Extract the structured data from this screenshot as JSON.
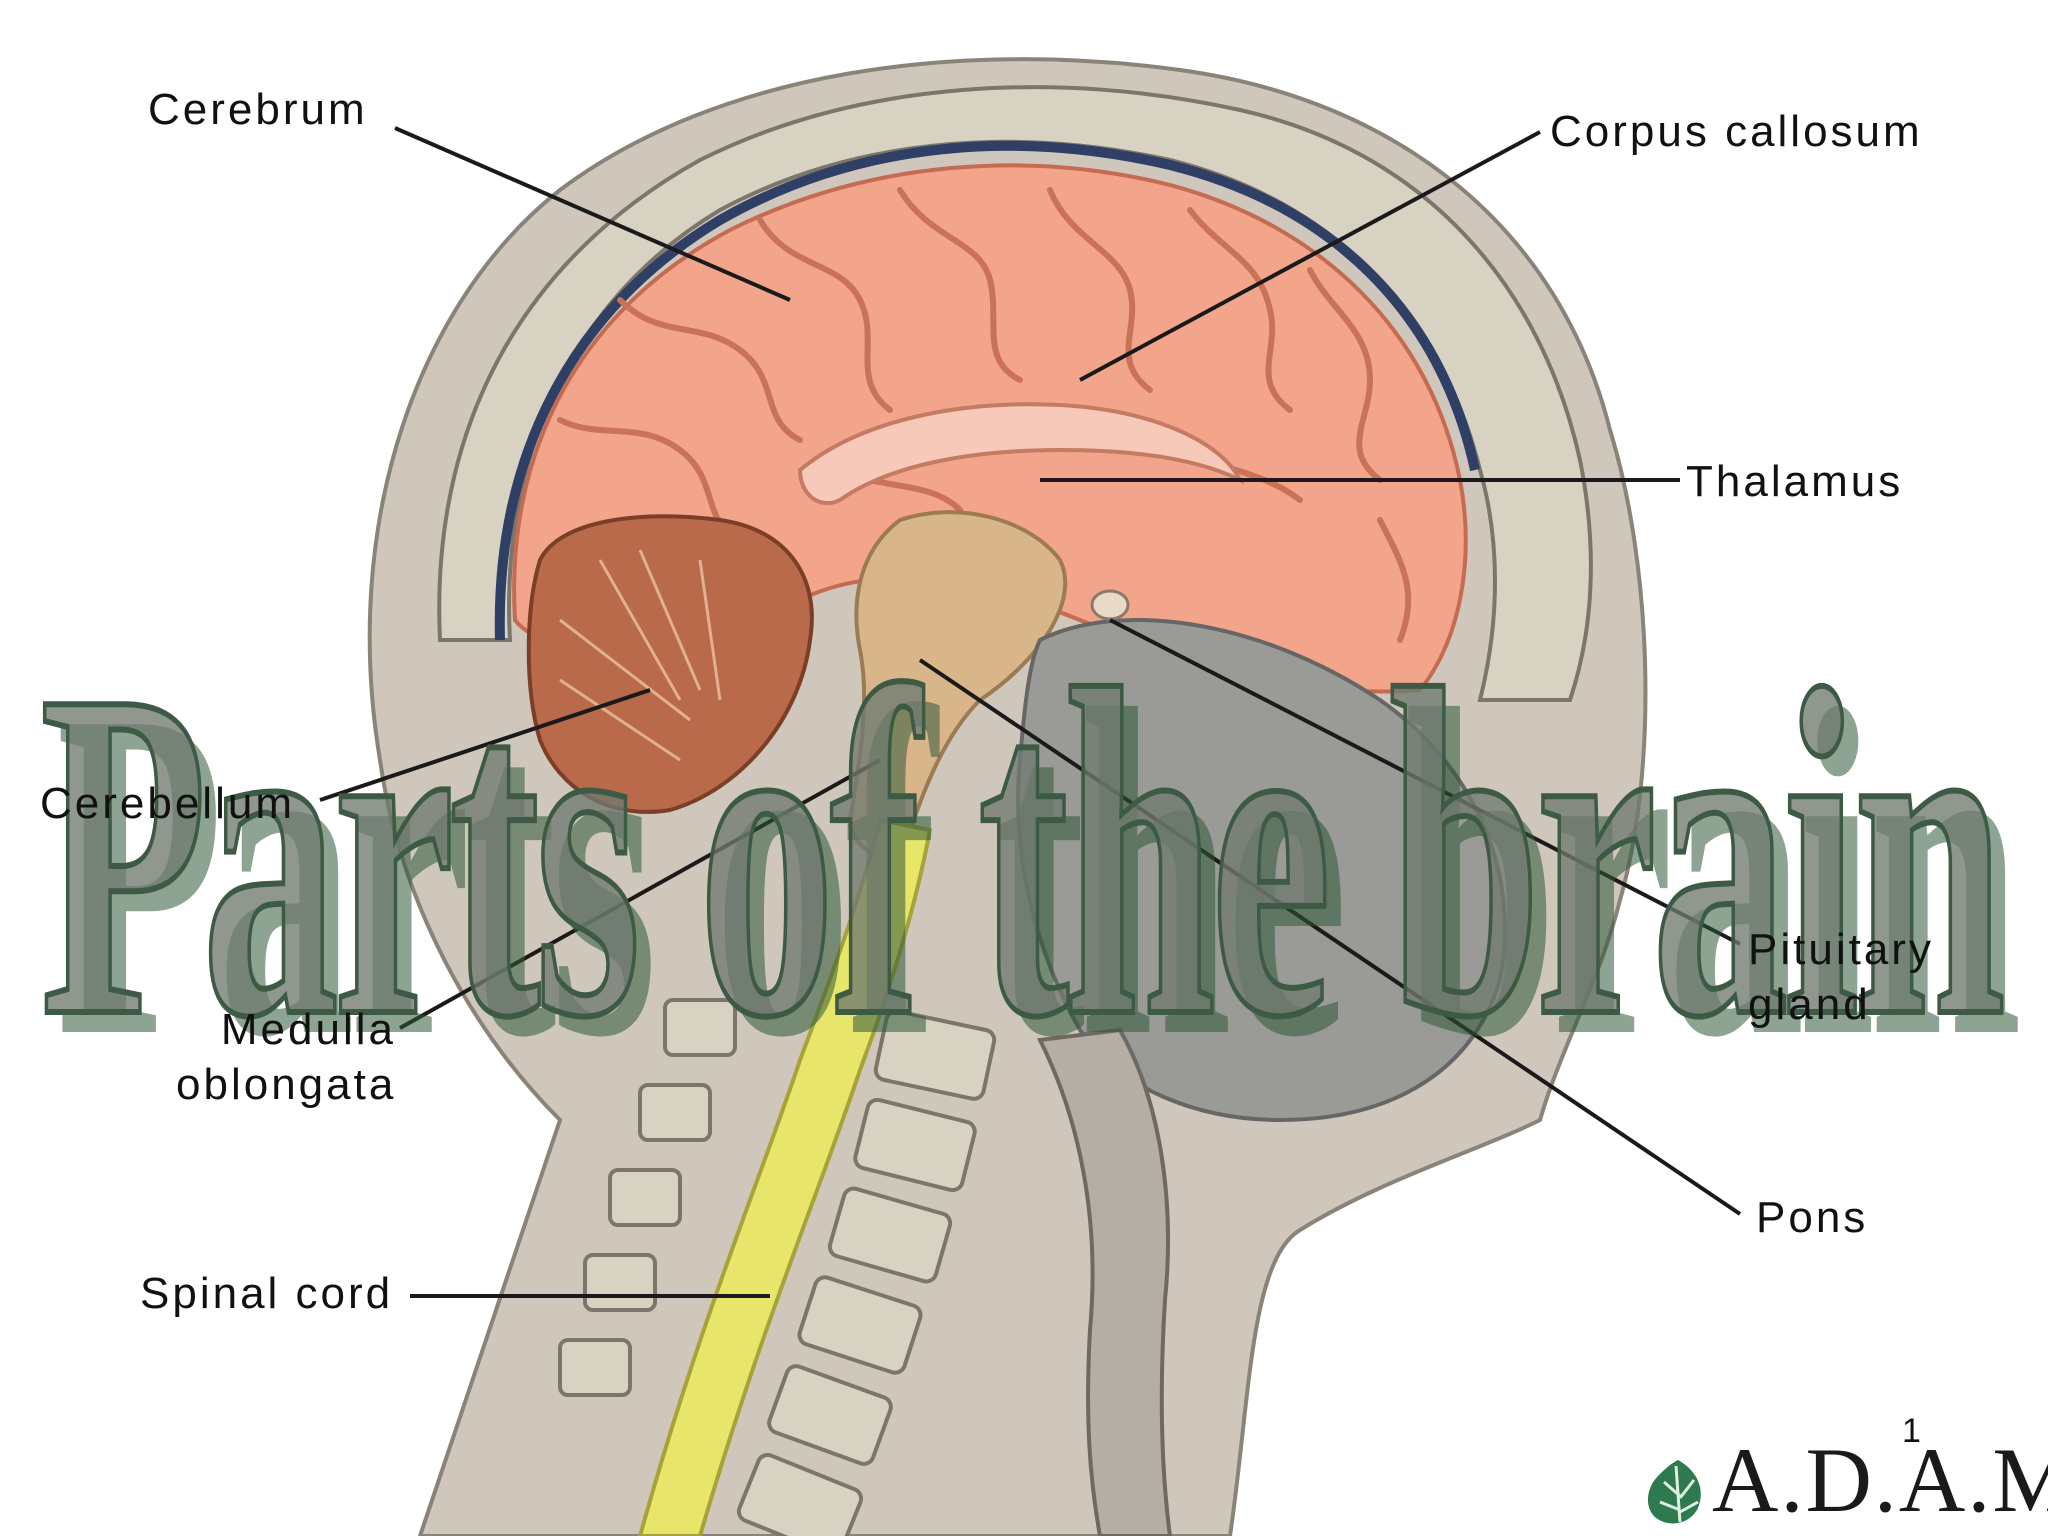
{
  "diagram": {
    "watermark_title": "Parts of the brain",
    "labels": {
      "cerebrum": "Cerebrum",
      "corpus_callosum": "Corpus callosum",
      "thalamus": "Thalamus",
      "cerebellum": "Cerebellum",
      "medulla_line1": "Medulla",
      "medulla_line2": "oblongata",
      "pituitary_line1": "Pituitary",
      "pituitary_line2": "gland",
      "pons": "Pons",
      "spinal_cord": "Spinal cord"
    },
    "slide_number": "1",
    "logo_text": "A.D.A.M."
  },
  "colors": {
    "brain": "#f2a58a",
    "brain_dark": "#d97b62",
    "cerebellum": "#b86a4a",
    "spinal_cord": "#e8e66a",
    "skull": "#d8d2c2",
    "skin": "#cfc7bb",
    "soft_tissue": "#9a9a96",
    "dura": "#2f3f66",
    "watermark": "#6f7a6f"
  }
}
